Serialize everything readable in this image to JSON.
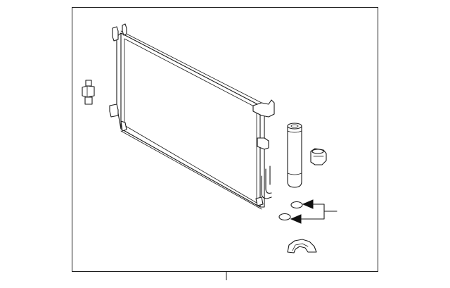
{
  "diagram": {
    "parts": [
      {
        "name": "condenser-core"
      },
      {
        "name": "pressure-sensor"
      },
      {
        "name": "receiver-drier"
      },
      {
        "name": "drier-cap"
      },
      {
        "name": "o-ring-upper"
      },
      {
        "name": "o-ring-lower"
      },
      {
        "name": "mounting-insulator"
      }
    ]
  },
  "colors": {
    "line": "#1a1a1a",
    "background": "#ffffff"
  }
}
